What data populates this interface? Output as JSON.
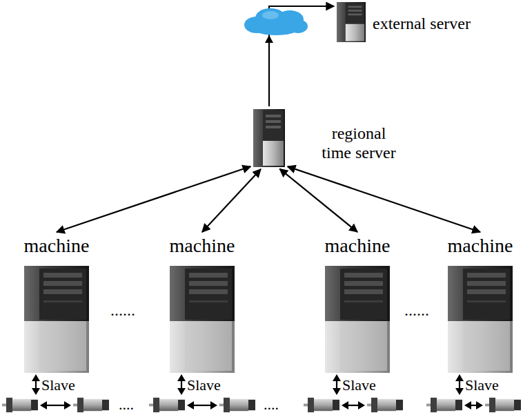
{
  "diagram": {
    "nodes": [
      {
        "text": [
          "external server"
        ]
      },
      {
        "text": [
          "regional time server"
        ]
      },
      {
        "text": [
          "machine"
        ]
      },
      {
        "text": [
          "machine"
        ]
      },
      {
        "text": [
          "machine"
        ]
      },
      {
        "text": [
          "machine"
        ]
      }
    ],
    "edges": [
      {
        "from": 1,
        "to": 0,
        "arrow": "to"
      },
      {
        "from": 1,
        "to": 2,
        "arrow": "both"
      },
      {
        "from": 1,
        "to": 3,
        "arrow": "both"
      },
      {
        "from": 1,
        "to": 4,
        "arrow": "both"
      },
      {
        "from": 1,
        "to": 5,
        "arrow": "both"
      }
    ],
    "labels": [
      "......",
      "......",
      "Slave",
      "Slave",
      "Slave",
      "Slave",
      "....",
      "...."
    ]
  }
}
